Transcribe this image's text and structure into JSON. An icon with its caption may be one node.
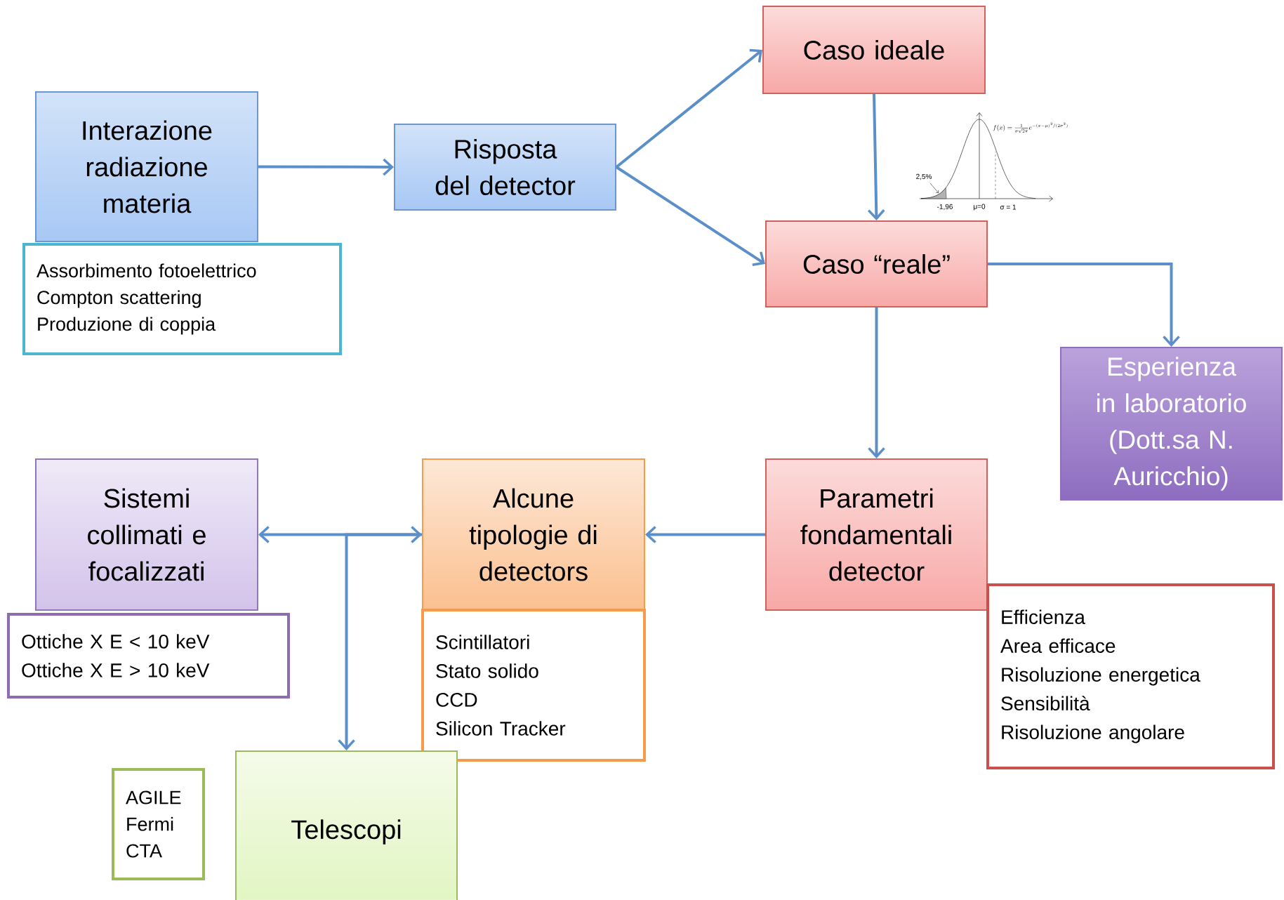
{
  "diagram": {
    "nodes": [
      {
        "text": [
          "Interazione radiazione materia"
        ]
      },
      {
        "text": [
          "Assorbimento fotoelettrico",
          "Compton scattering",
          "Produzione di coppia"
        ]
      },
      {
        "text": [
          "Risposta del detector"
        ]
      },
      {
        "text": [
          "Caso ideale"
        ]
      },
      {
        "text": [
          "Caso “reale”"
        ]
      },
      {
        "text": [
          "Esperienza in laboratorio (Dott.sa N. Auricchio)"
        ]
      },
      {
        "text": [
          "Parametri fondamentali detector"
        ]
      },
      {
        "text": [
          "Efficienza",
          "Area efficace",
          "Risoluzione energetica",
          "Sensibilità",
          "Risoluzione angolare"
        ]
      },
      {
        "text": [
          "Alcune tipologie di detectors"
        ]
      },
      {
        "text": [
          "Scintillatori",
          "Stato solido",
          "CCD",
          "Silicon Tracker"
        ]
      },
      {
        "text": [
          "Sistemi collimati e focalizzati"
        ]
      },
      {
        "text": [
          "Ottiche X E < 10 keV",
          "Ottiche X E > 10 keV"
        ]
      },
      {
        "text": [
          "Telescopi"
        ]
      },
      {
        "text": [
          "AGILE",
          "Fermi",
          "CTA"
        ]
      }
    ],
    "edges": [
      {
        "from": 0,
        "to": 2,
        "arrow": "to"
      },
      {
        "from": 2,
        "to": 3,
        "arrow": "to"
      },
      {
        "from": 2,
        "to": 4,
        "arrow": "to"
      },
      {
        "from": 3,
        "to": 4,
        "arrow": "to"
      },
      {
        "from": 4,
        "to": 5,
        "arrow": "to"
      },
      {
        "from": 4,
        "to": 6,
        "arrow": "to"
      },
      {
        "from": 6,
        "to": 8,
        "arrow": "to"
      },
      {
        "from": 10,
        "to": 8,
        "arrow": "both"
      },
      {
        "from": 8,
        "to": 12,
        "arrow": "to"
      }
    ],
    "labels": [
      "f(x)=\\frac{1}{\\sigma\\sqrt{2\\pi}}e^{-(x-\\mu)^2/(2\\sigma^2)}",
      "2,5%",
      "-1,96",
      "μ=0",
      "σ = 1"
    ]
  }
}
